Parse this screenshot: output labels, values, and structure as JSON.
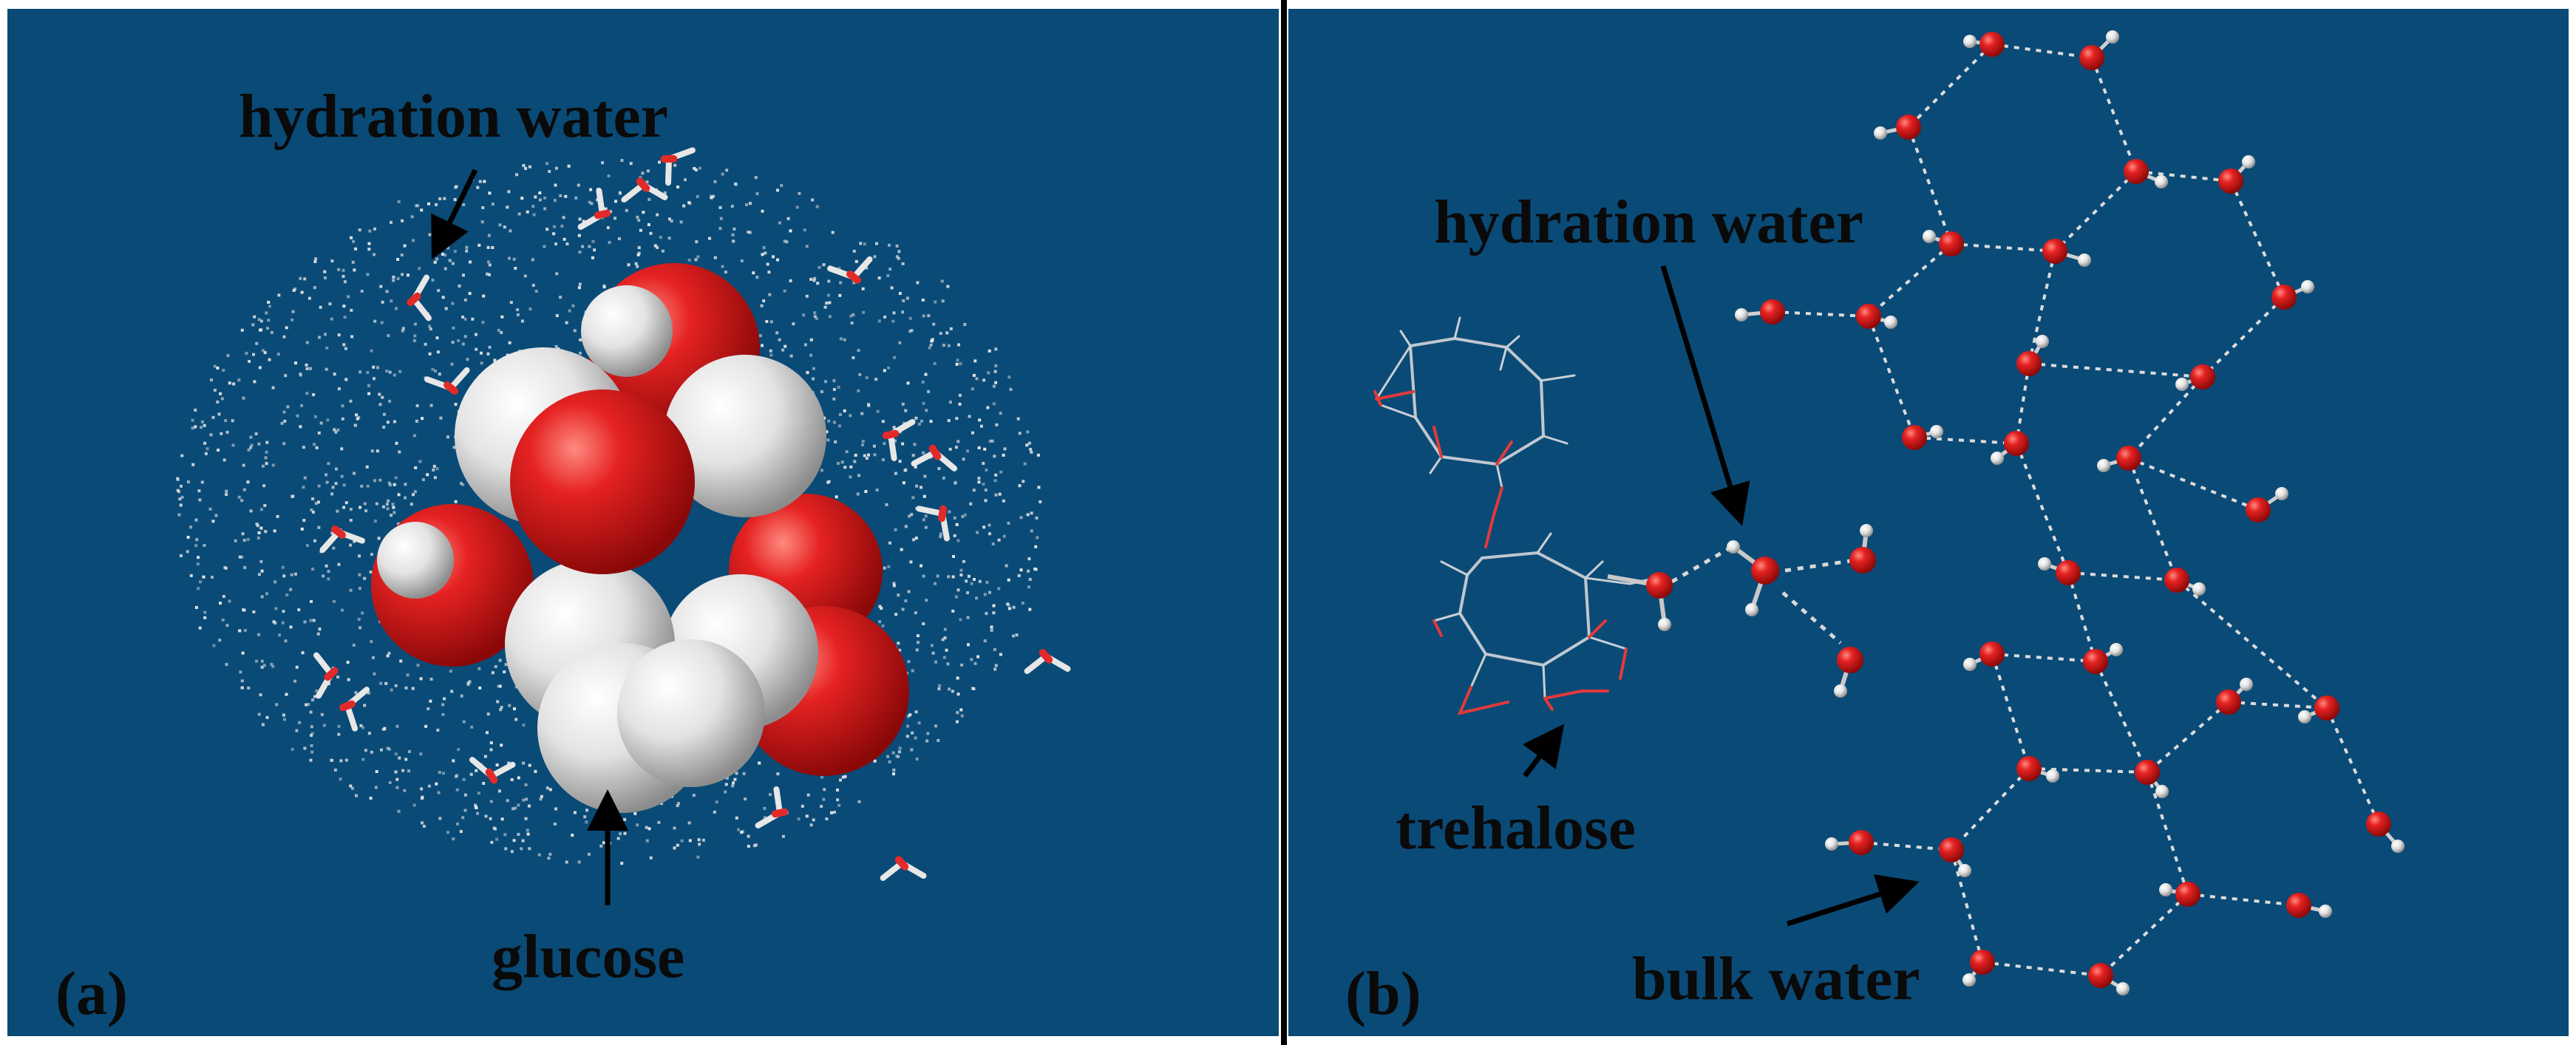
{
  "panels": {
    "a": {
      "tag": "(a)",
      "labels": {
        "hydration_water": "hydration water",
        "glucose": "glucose"
      }
    },
    "b": {
      "tag": "(b)",
      "labels": {
        "hydration_water": "hydration water",
        "trehalose": "trehalose",
        "bulk_water": "bulk water"
      }
    }
  },
  "colors": {
    "background": "#0a4a76",
    "oxygen": "#e02020",
    "hydrogen": "#e6e6e6",
    "hbond": "#d8d8d8",
    "frame": "#ffffff",
    "divider": "#000000",
    "text": "#0a0a0a"
  }
}
